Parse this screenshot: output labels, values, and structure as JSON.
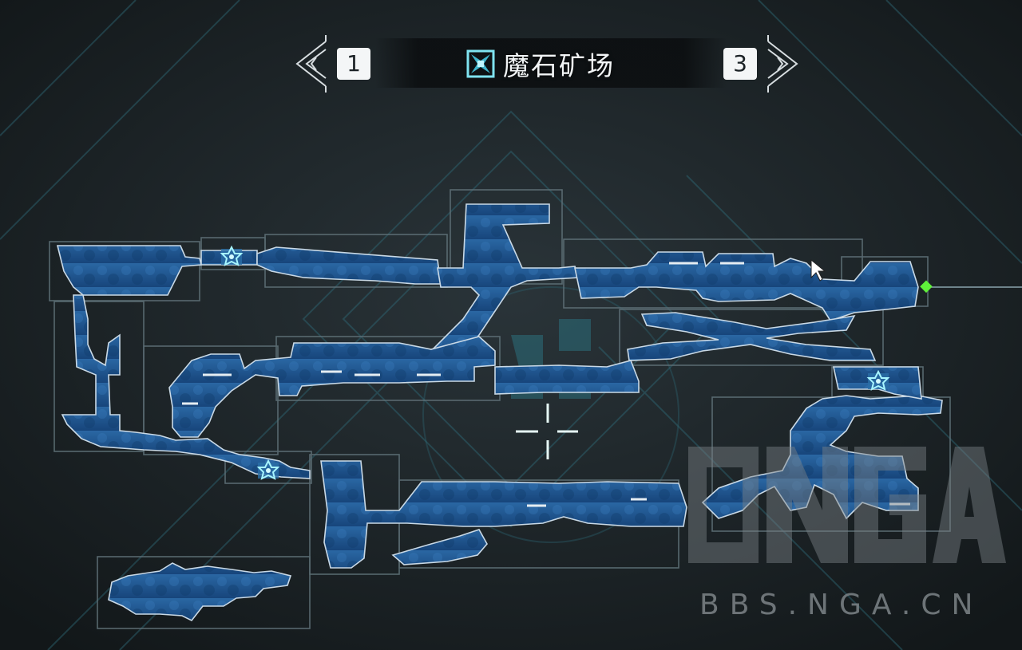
{
  "header": {
    "area_name": "魔石矿场",
    "prev_floor": "1",
    "next_floor": "3",
    "emblem_icon": "area-emblem-icon",
    "prev_arrow_icon": "ornate-arrow-left-icon",
    "next_arrow_icon": "ornate-arrow-right-icon"
  },
  "map": {
    "crosshair_icon": "crosshair-icon",
    "save_point_icon": "crystal-star-icon",
    "exit_marker_icon": "green-diamond-icon",
    "player_cursor_icon": "cursor-arrow-icon",
    "fog_icon": "flower-emblem-icon",
    "colors": {
      "explored_room": "#1a4d86",
      "room_highlight": "#4b8fcf",
      "room_outline": "#5e7077",
      "exit_marker": "#5ff03a",
      "background": "#1b2226",
      "save_point": "#8ff3ff"
    }
  },
  "watermark": {
    "logo": "NGA",
    "url": "BBS.NGA.CN"
  }
}
